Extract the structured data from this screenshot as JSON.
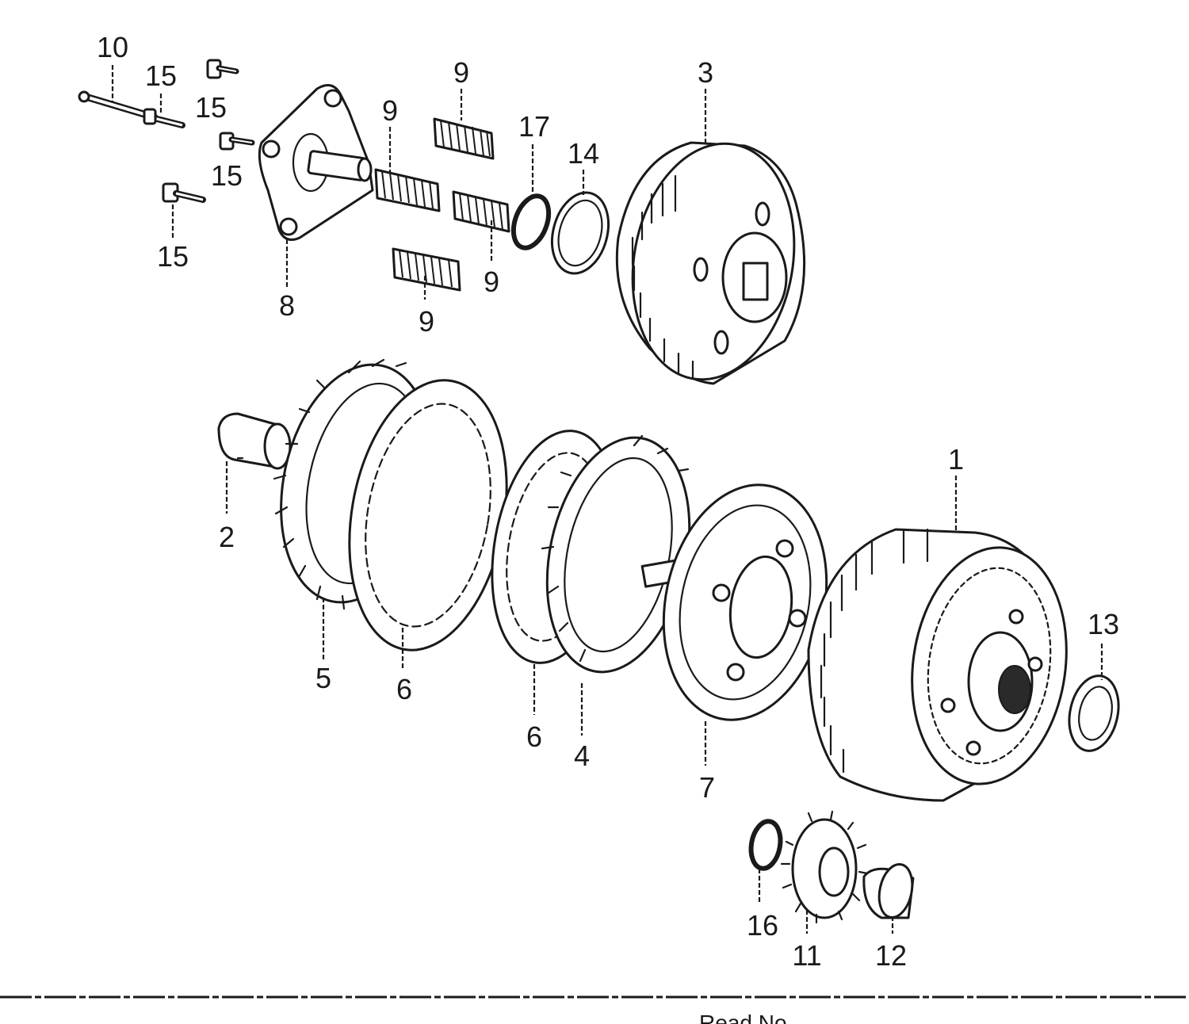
{
  "callouts": [
    {
      "id": "c10a",
      "text": "10"
    },
    {
      "id": "c15a",
      "text": "15"
    },
    {
      "id": "c15b",
      "text": "15"
    },
    {
      "id": "c15c",
      "text": "15"
    },
    {
      "id": "c15d",
      "text": "15"
    },
    {
      "id": "c8",
      "text": "8"
    },
    {
      "id": "c9a",
      "text": "9"
    },
    {
      "id": "c9b",
      "text": "9"
    },
    {
      "id": "c9c",
      "text": "9"
    },
    {
      "id": "c9d",
      "text": "9"
    },
    {
      "id": "c17",
      "text": "17"
    },
    {
      "id": "c14",
      "text": "14"
    },
    {
      "id": "c3",
      "text": "3"
    },
    {
      "id": "c2",
      "text": "2"
    },
    {
      "id": "c5",
      "text": "5"
    },
    {
      "id": "c6a",
      "text": "6"
    },
    {
      "id": "c6b",
      "text": "6"
    },
    {
      "id": "c4",
      "text": "4"
    },
    {
      "id": "c7",
      "text": "7"
    },
    {
      "id": "c1",
      "text": "1"
    },
    {
      "id": "c13",
      "text": "13"
    },
    {
      "id": "c16",
      "text": "16"
    },
    {
      "id": "c11",
      "text": "11"
    },
    {
      "id": "c12",
      "text": "12"
    }
  ],
  "footer": {
    "text": "Read  No"
  },
  "colors": {
    "ink": "#1a1a1a",
    "paper": "#ffffff"
  }
}
